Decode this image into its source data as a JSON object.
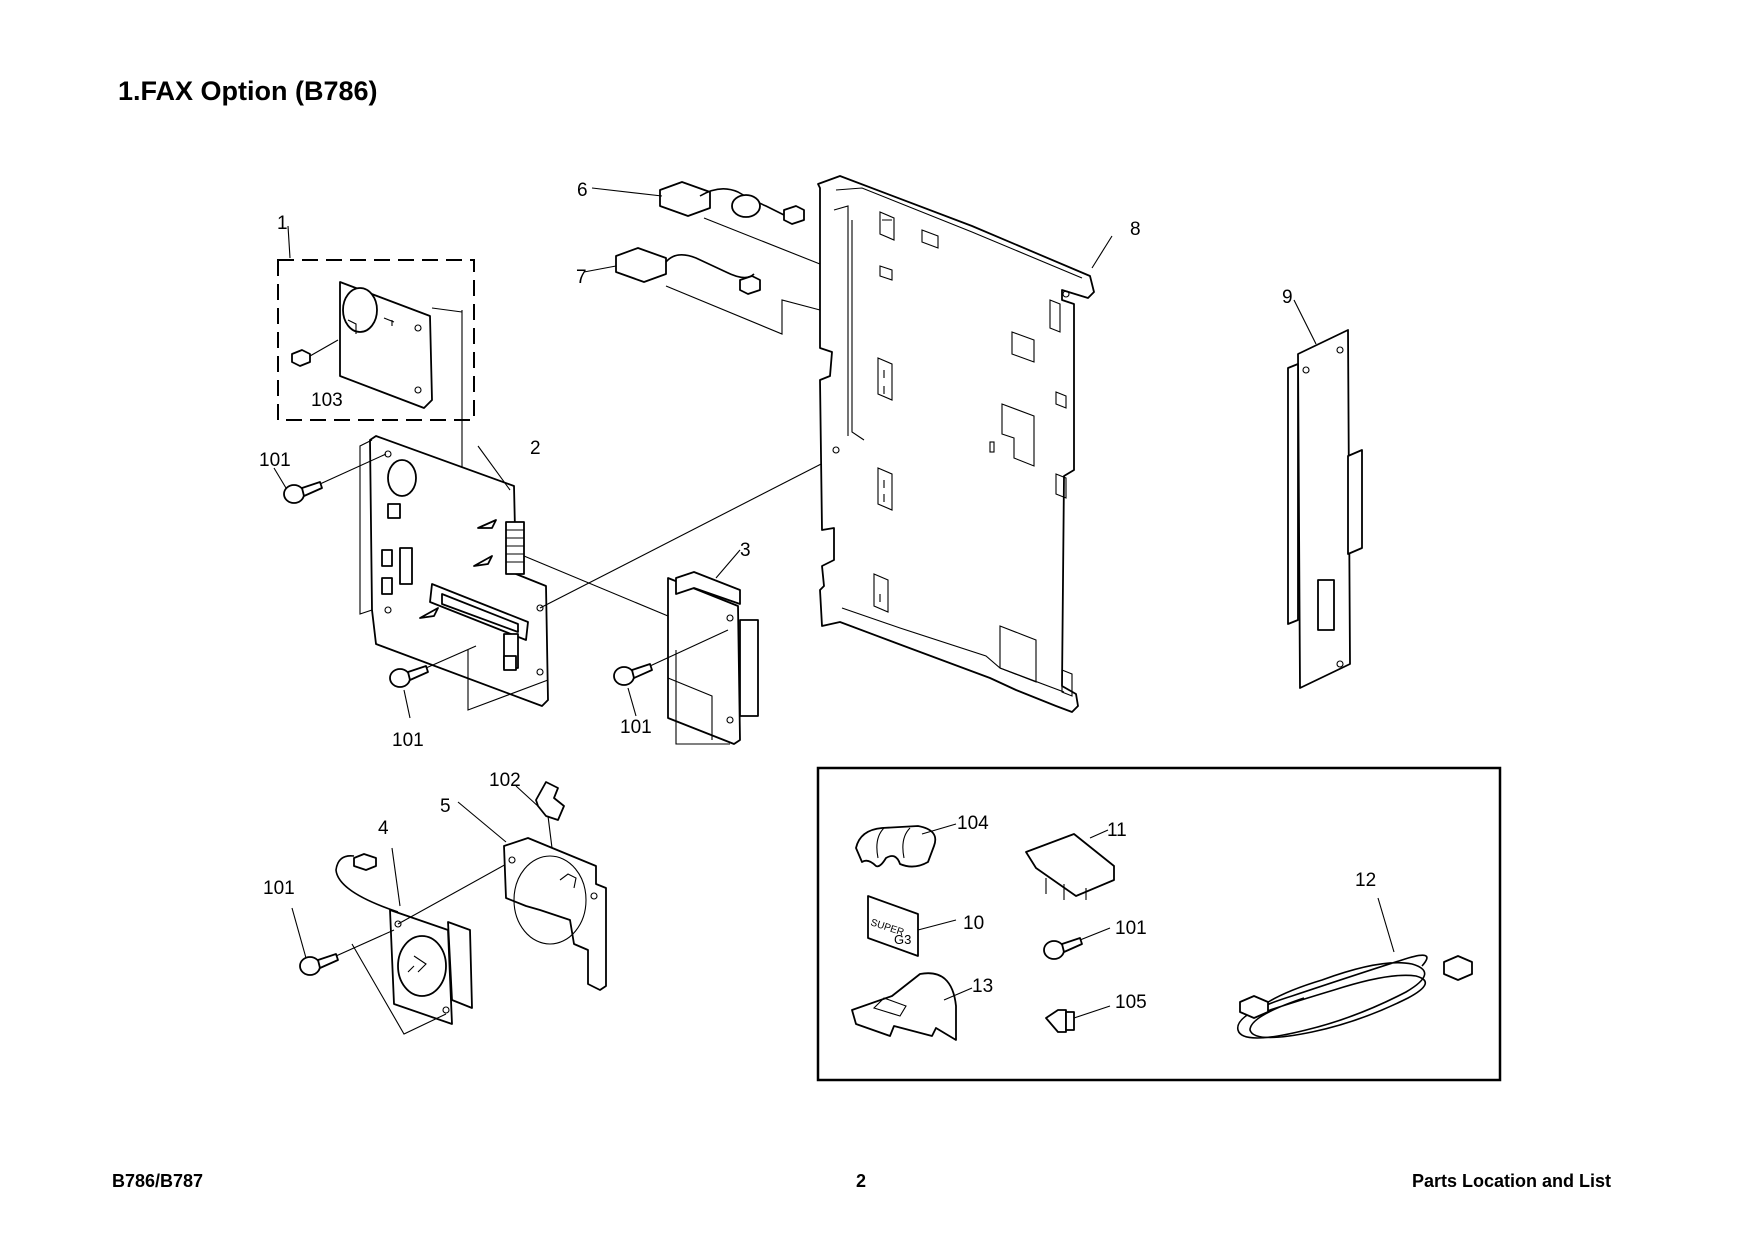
{
  "page": {
    "title": "1.FAX Option (B786)",
    "footer_left": "B786/B787",
    "footer_center": "2",
    "footer_right": "Parts Location and List"
  },
  "diagram": {
    "callouts": {
      "c1": "1",
      "c2": "2",
      "c3": "3",
      "c4": "4",
      "c5": "5",
      "c6": "6",
      "c7": "7",
      "c8": "8",
      "c9": "9",
      "c10": "10",
      "c11": "11",
      "c12": "12",
      "c13": "13",
      "c101a": "101",
      "c101b": "101",
      "c101c": "101",
      "c101d": "101",
      "c101e": "101",
      "c102": "102",
      "c103": "103",
      "c104": "104",
      "c105": "105"
    },
    "label_text": {
      "super": "SUPER",
      "g3": "G3"
    }
  }
}
